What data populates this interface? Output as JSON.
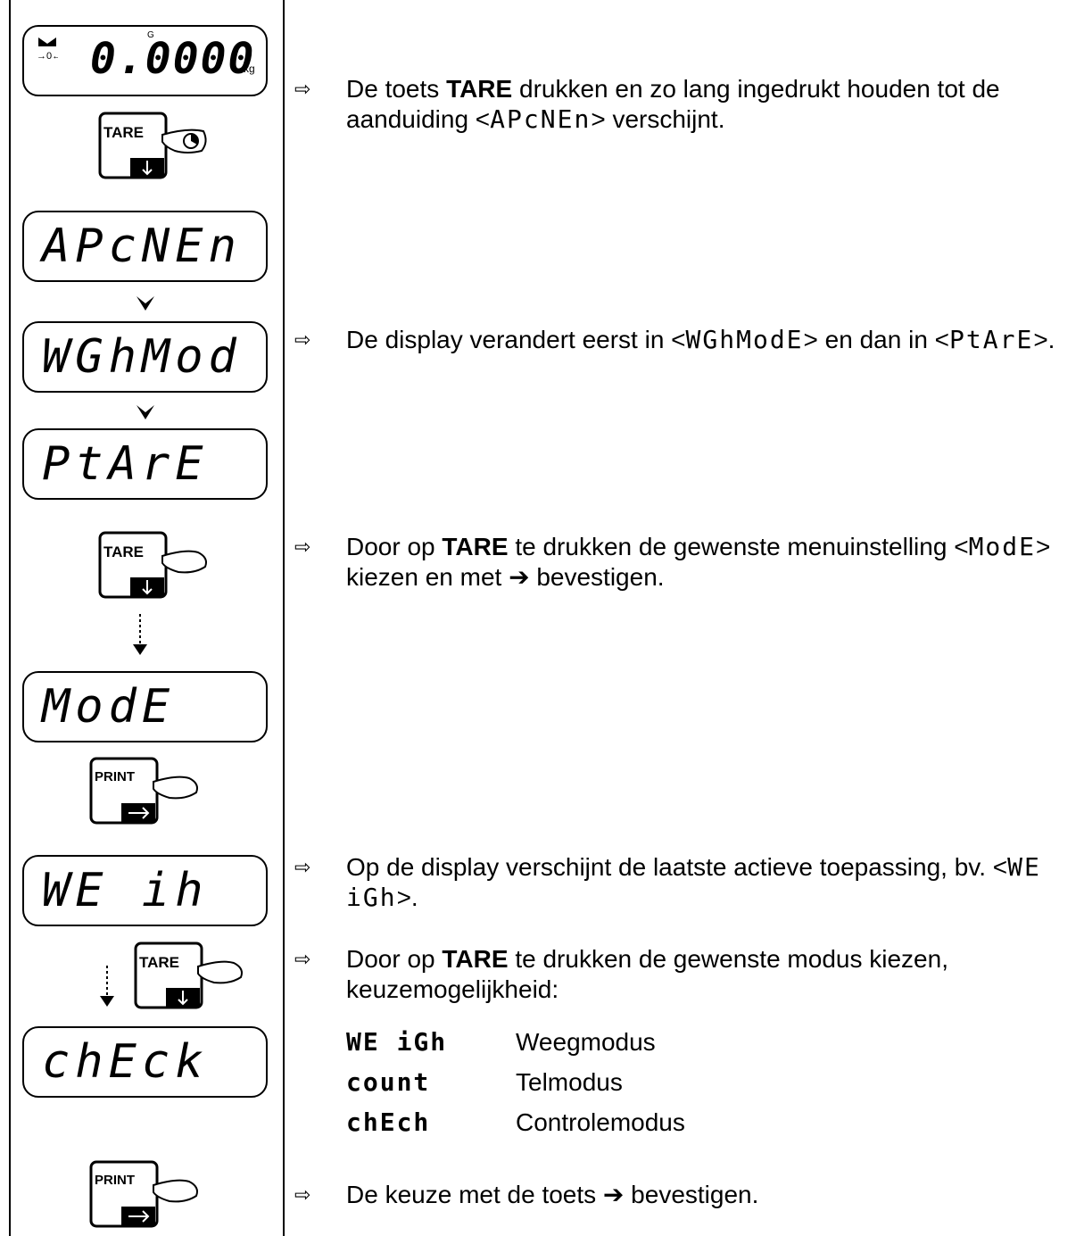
{
  "displays": {
    "weight": {
      "g_mark": "G",
      "value": "0.0000",
      "unit": "kg"
    },
    "d1": "APcNEn",
    "d2": "WGhMod",
    "d3": "PtArE",
    "d4": "ModE",
    "d5": "WE ih",
    "d6": "chEck"
  },
  "keys": {
    "tare": {
      "label": "TARE",
      "arrow": "↓"
    },
    "print": {
      "label": "PRINT",
      "arrow": "→"
    }
  },
  "bullet_symbol": "⇨",
  "steps": [
    {
      "pre": "De toets ",
      "key": "TARE",
      "post": " drukken en zo lang ingedrukt houden tot de aanduiding  <",
      "code": "APcNEn",
      "end": "> verschijnt."
    },
    {
      "pre": "De display verandert eerst in <",
      "code": "WGhModE",
      "mid": "> en dan in <",
      "code2": "PtArE",
      "end": ">."
    },
    {
      "pre": "Door op ",
      "key": "TARE",
      "post": " te drukken de gewenste menuinstelling <",
      "code": "ModE",
      "end": "> kiezen en met ➔ bevestigen."
    },
    {
      "pre": "Op de display verschijnt de laatste actieve toepassing, bv. <",
      "code": "WE iGh",
      "end": ">."
    },
    {
      "pre": "Door op ",
      "key": "TARE",
      "post": " te drukken de gewenste modus kiezen, keuzemogelijkheid:"
    },
    {
      "text": "De keuze met de toets ➔ bevestigen."
    }
  ],
  "modes": [
    {
      "code": "WE iGh",
      "label": "Weegmodus"
    },
    {
      "code": "count",
      "label": "Telmodus"
    },
    {
      "code": "chEch",
      "label": "Controlemodus"
    }
  ]
}
